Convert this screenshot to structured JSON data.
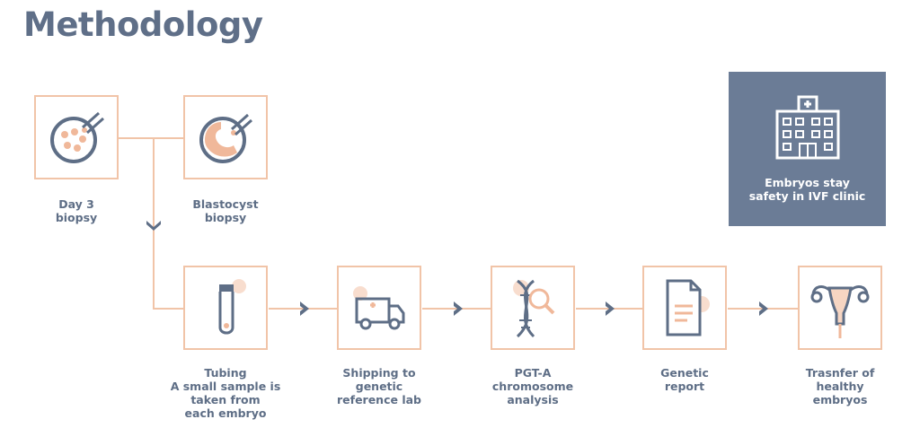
{
  "title": "Methodology",
  "steps": {
    "day3": "Day 3\nbiopsy",
    "blastocyst": "Blastocyst\nbiopsy",
    "tubing": "Tubing\nA small sample is\ntaken from\neach embryo",
    "shipping": "Shipping to\ngenetic\nreference lab",
    "pgta": "PGT-A\nchromosome\nanalysis",
    "report": "Genetic\nreport",
    "transfer": "Trasnfer of\nhealthy\nembryos"
  },
  "clinic": {
    "text": "Embryos stay\nsafety in IVF clinic"
  },
  "colors": {
    "accent": "#f1c4a8",
    "slate": "#5e6e86",
    "clinic_bg": "#6b7c96"
  },
  "icons": [
    "petri-dish-icon",
    "blastocyst-icon",
    "test-tube-icon",
    "van-icon",
    "dna-magnifier-icon",
    "document-icon",
    "uterus-icon",
    "hospital-icon",
    "chevron-icon"
  ]
}
